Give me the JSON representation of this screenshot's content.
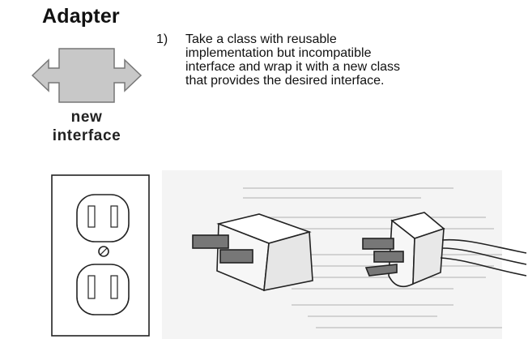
{
  "title": "Adapter",
  "icon": "double-arrow-box-icon",
  "caption": {
    "line1": "new",
    "line2": "interface"
  },
  "step": {
    "number": "1)",
    "text": "Take a class with reusable implementation but incompatible interface and wrap it with a new class that provides the desired interface."
  },
  "sketch_icons": [
    "wall-outlet-icon",
    "plug-adapter-icon",
    "three-prong-plug-icon"
  ],
  "colors": {
    "arrow_fill": "#c8c8c8",
    "arrow_stroke": "#777777",
    "ink": "#222222"
  }
}
